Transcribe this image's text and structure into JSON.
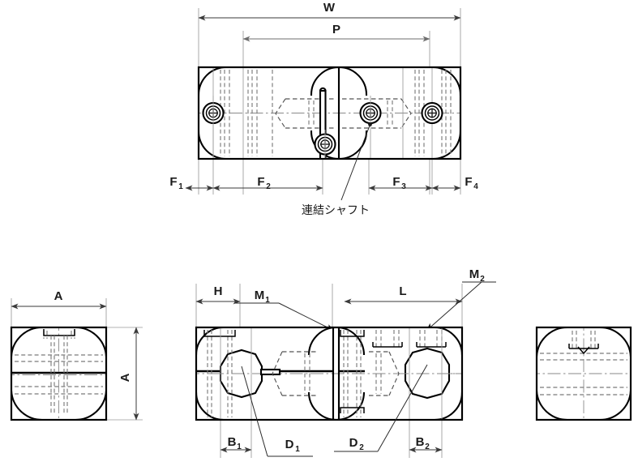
{
  "drawing": {
    "title": "Shaft coupling / clamp block assembly dimensional drawing",
    "views": [
      {
        "id": "top-view",
        "label": "top-view"
      },
      {
        "id": "left-side-view",
        "label": "left-side-view"
      },
      {
        "id": "front-view",
        "label": "front-view"
      },
      {
        "id": "right-side-view",
        "label": "right-side-view"
      }
    ],
    "annotations": {
      "shaft_note": "連結シャフト"
    },
    "dimensions": {
      "w": "W",
      "p": "P",
      "f1": "F",
      "f1_sub": "1",
      "f2": "F",
      "f2_sub": "2",
      "f3": "F",
      "f3_sub": "3",
      "f4": "F",
      "f4_sub": "4",
      "a_horizontal": "A",
      "a_vertical": "A",
      "h": "H",
      "l": "L",
      "m1": "M",
      "m1_sub": "1",
      "m2": "M",
      "m2_sub": "2",
      "b1": "B",
      "b1_sub": "1",
      "b2": "B",
      "b2_sub": "2",
      "d1": "D",
      "d1_sub": "1",
      "d2": "D",
      "d2_sub": "2"
    },
    "colors": {
      "outline": "#000000",
      "hidden": "#7b7b7b",
      "centerline": "#8a8a8a",
      "dimension": "#3a3a3a",
      "background": "#ffffff",
      "text": "#1a1a1a"
    }
  }
}
